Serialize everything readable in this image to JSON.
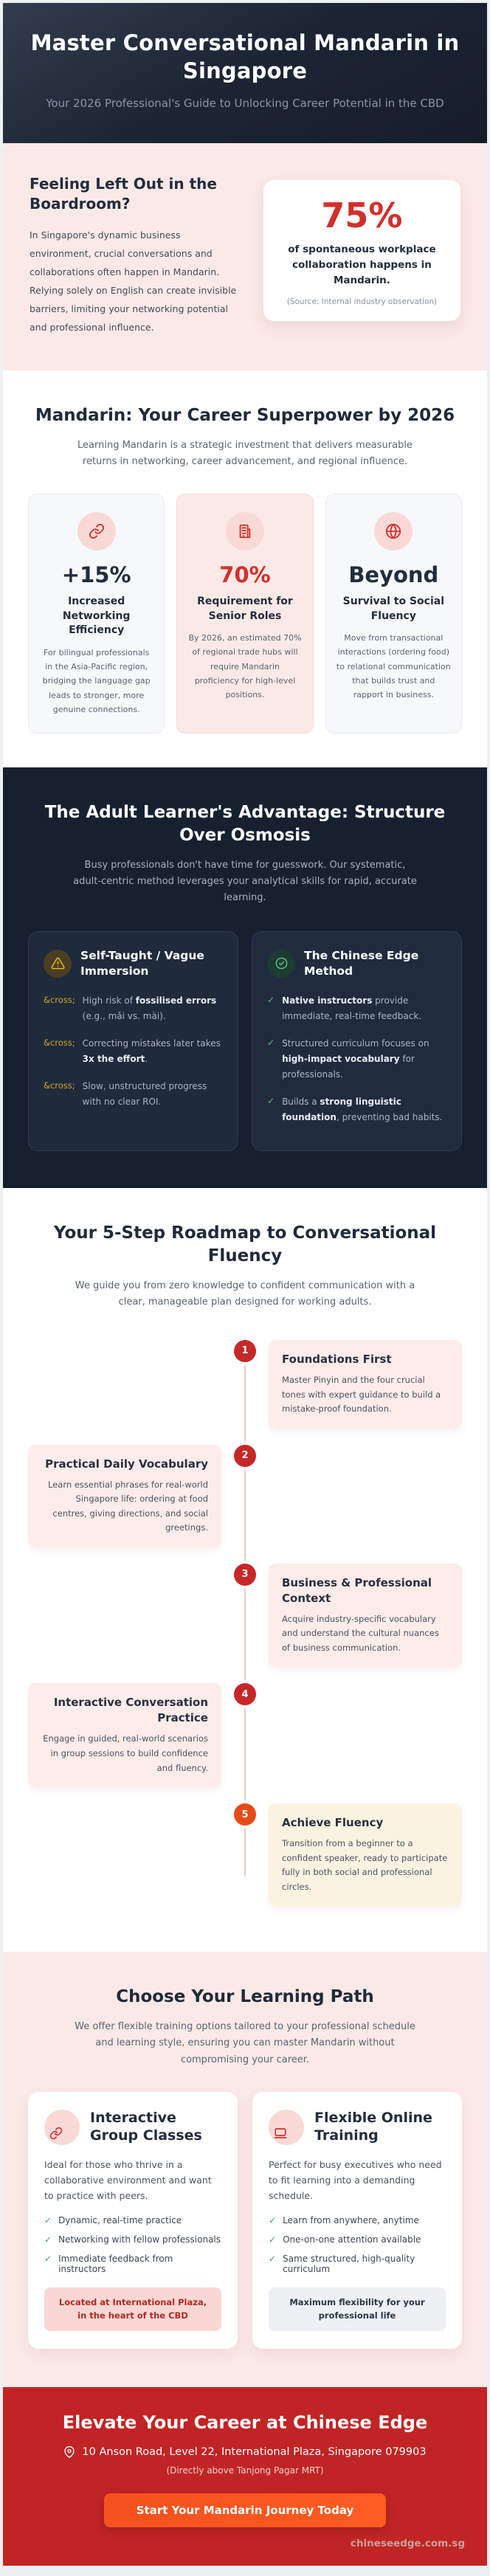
{
  "colors": {
    "navy": "#16202f",
    "accent_red": "#d2302c",
    "pink_bg": "#fbe9e7",
    "footer_red": "#c12424",
    "cta_orange": "#f4511e",
    "green": "#3fa264",
    "amber": "#d2a427",
    "step_circle_red": "#c62828",
    "step_circle_orange": "#e64a19"
  },
  "hero": {
    "title": "Master Conversational Mandarin in Singapore",
    "subtitle": "Your 2026 Professional's Guide to Unlocking Career Potential in the CBD"
  },
  "problem": {
    "heading": "Feeling Left Out in the Boardroom?",
    "body": "In Singapore's dynamic business environment, crucial conversations and collaborations often happen in Mandarin. Relying solely on English can create invisible barriers, limiting your networking potential and professional influence.",
    "stat": {
      "value": "75%",
      "label": "of spontaneous workplace collaboration happens in Mandarin.",
      "source": "(Source: Internal industry observation)"
    }
  },
  "superpower": {
    "heading": "Mandarin: Your Career Superpower by 2026",
    "subtitle": "Learning Mandarin is a strategic investment that delivers measurable returns in networking, career advancement, and regional influence.",
    "cards": [
      {
        "icon": "link-icon",
        "stat": "+15%",
        "title": "Increased Networking Efficiency",
        "body": "For bilingual professionals in the Asia-Pacific region, bridging the language gap leads to stronger, more genuine connections."
      },
      {
        "icon": "building-icon",
        "stat": "70%",
        "title": "Requirement for Senior Roles",
        "body": "By 2026, an estimated 70% of regional trade hubs will require Mandarin proficiency for high-level positions."
      },
      {
        "icon": "globe-icon",
        "stat": "Beyond",
        "title": "Survival to Social Fluency",
        "body": "Move from transactional interactions (ordering food) to relational communication that builds trust and rapport in business."
      }
    ]
  },
  "method": {
    "heading": "The Adult Learner's Advantage: Structure Over Osmosis",
    "subtitle": "Busy professionals don't have time for guesswork. Our systematic, adult-centric method leverages your analytical skills for rapid, accurate learning.",
    "bad": {
      "title": "Self-Taught / Vague Immersion",
      "bullet": "&cross;",
      "items": [
        [
          {
            "t": "High risk of "
          },
          {
            "t": "fossilised errors",
            "b": true
          },
          {
            "t": " (e.g., mǎi vs. mài)."
          }
        ],
        [
          {
            "t": "Correcting mistakes later takes "
          },
          {
            "t": "3x the effort",
            "b": true
          },
          {
            "t": "."
          }
        ],
        [
          {
            "t": "Slow, unstructured progress with no clear ROI."
          }
        ]
      ]
    },
    "good": {
      "title": "The Chinese Edge Method",
      "bullet": "✓",
      "items": [
        [
          {
            "t": "Native instructors",
            "b": true
          },
          {
            "t": " provide immediate, real-time feedback."
          }
        ],
        [
          {
            "t": "Structured curriculum focuses on "
          },
          {
            "t": "high-impact vocabulary",
            "b": true
          },
          {
            "t": " for professionals."
          }
        ],
        [
          {
            "t": "Builds a "
          },
          {
            "t": "strong linguistic foundation",
            "b": true
          },
          {
            "t": ", preventing bad habits."
          }
        ]
      ]
    }
  },
  "roadmap": {
    "heading": "Your 5-Step Roadmap to Conversational Fluency",
    "subtitle": "We guide you from zero knowledge to confident communication with a clear, manageable plan designed for working adults.",
    "steps": [
      {
        "num": "1",
        "title": "Foundations First",
        "body": "Master Pinyin and the four crucial tones with expert guidance to build a mistake-proof foundation."
      },
      {
        "num": "2",
        "title": "Practical Daily Vocabulary",
        "body": "Learn essential phrases for real-world Singapore life: ordering at food centres, giving directions, and social greetings."
      },
      {
        "num": "3",
        "title": "Business & Professional Context",
        "body": "Acquire industry-specific vocabulary and understand the cultural nuances of business communication."
      },
      {
        "num": "4",
        "title": "Interactive Conversation Practice",
        "body": "Engage in guided, real-world scenarios in group sessions to build confidence and fluency."
      },
      {
        "num": "5",
        "title": "Achieve Fluency",
        "body": "Transition from a beginner to a confident speaker, ready to participate fully in both social and professional circles."
      }
    ]
  },
  "paths": {
    "heading": "Choose Your Learning Path",
    "subtitle": "We offer flexible training options tailored to your professional schedule and learning style, ensuring you can master Mandarin without compromising your career.",
    "cards": [
      {
        "icon": "link-icon",
        "title": "Interactive Group Classes",
        "body": "Ideal for those who thrive in a collaborative environment and want to practice with peers.",
        "features": [
          "Dynamic, real-time practice",
          "Networking with fellow professionals",
          "Immediate feedback from instructors"
        ],
        "pill": "Located at International Plaza, in the heart of the CBD"
      },
      {
        "icon": "laptop-icon",
        "title": "Flexible Online Training",
        "body": "Perfect for busy executives who need to fit learning into a demanding schedule.",
        "features": [
          "Learn from anywhere, anytime",
          "One-on-one attention available",
          "Same structured, high-quality curriculum"
        ],
        "pill": "Maximum flexibility for your professional life"
      }
    ],
    "check": "✓"
  },
  "footer": {
    "heading": "Elevate Your Career at Chinese Edge",
    "address": "10 Anson Road, Level 22, International Plaza, Singapore 079903",
    "note": "(Directly above Tanjong Pagar MRT)",
    "cta": "Start Your Mandarin Journey Today",
    "domain": "chineseedge.com.sg"
  }
}
